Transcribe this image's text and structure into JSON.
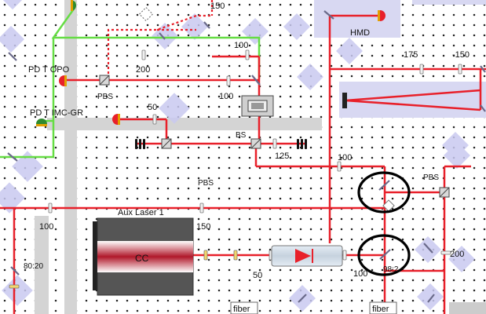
{
  "labels": {
    "pd_t_opo": "PD T OPO",
    "pbs_top": "PBS",
    "pd_t_imc": "PD T IMC-GR",
    "bs": "BS",
    "pbs_mid": "PBS",
    "pbs_right": "PBS",
    "hmd": "HMD",
    "aux_laser": "Aux Laser 1",
    "cc": "CC",
    "ratio_80_20": "80:20",
    "ratio_98_2": "98:2",
    "fiber_1": "fiber",
    "fiber_2": "fiber"
  },
  "distances": {
    "d150_top": "150",
    "d100_top": "100",
    "d200": "200",
    "d100_mid": "100",
    "d50_upper": "50",
    "d175": "175",
    "dneg150": "-150",
    "d125": "125",
    "d100_right": "100",
    "d100_left": "100",
    "d150_lower": "150",
    "d50_lower": "50",
    "d100_bottom": "100",
    "d200_right": "200"
  },
  "colors": {
    "beam_red": "#e8202a",
    "beam_green": "#66dd44",
    "optic_highlight": "#c9c9f0",
    "rail_gray": "#d4d4d4",
    "laser_body": "#555555",
    "marker_black": "#000000"
  }
}
